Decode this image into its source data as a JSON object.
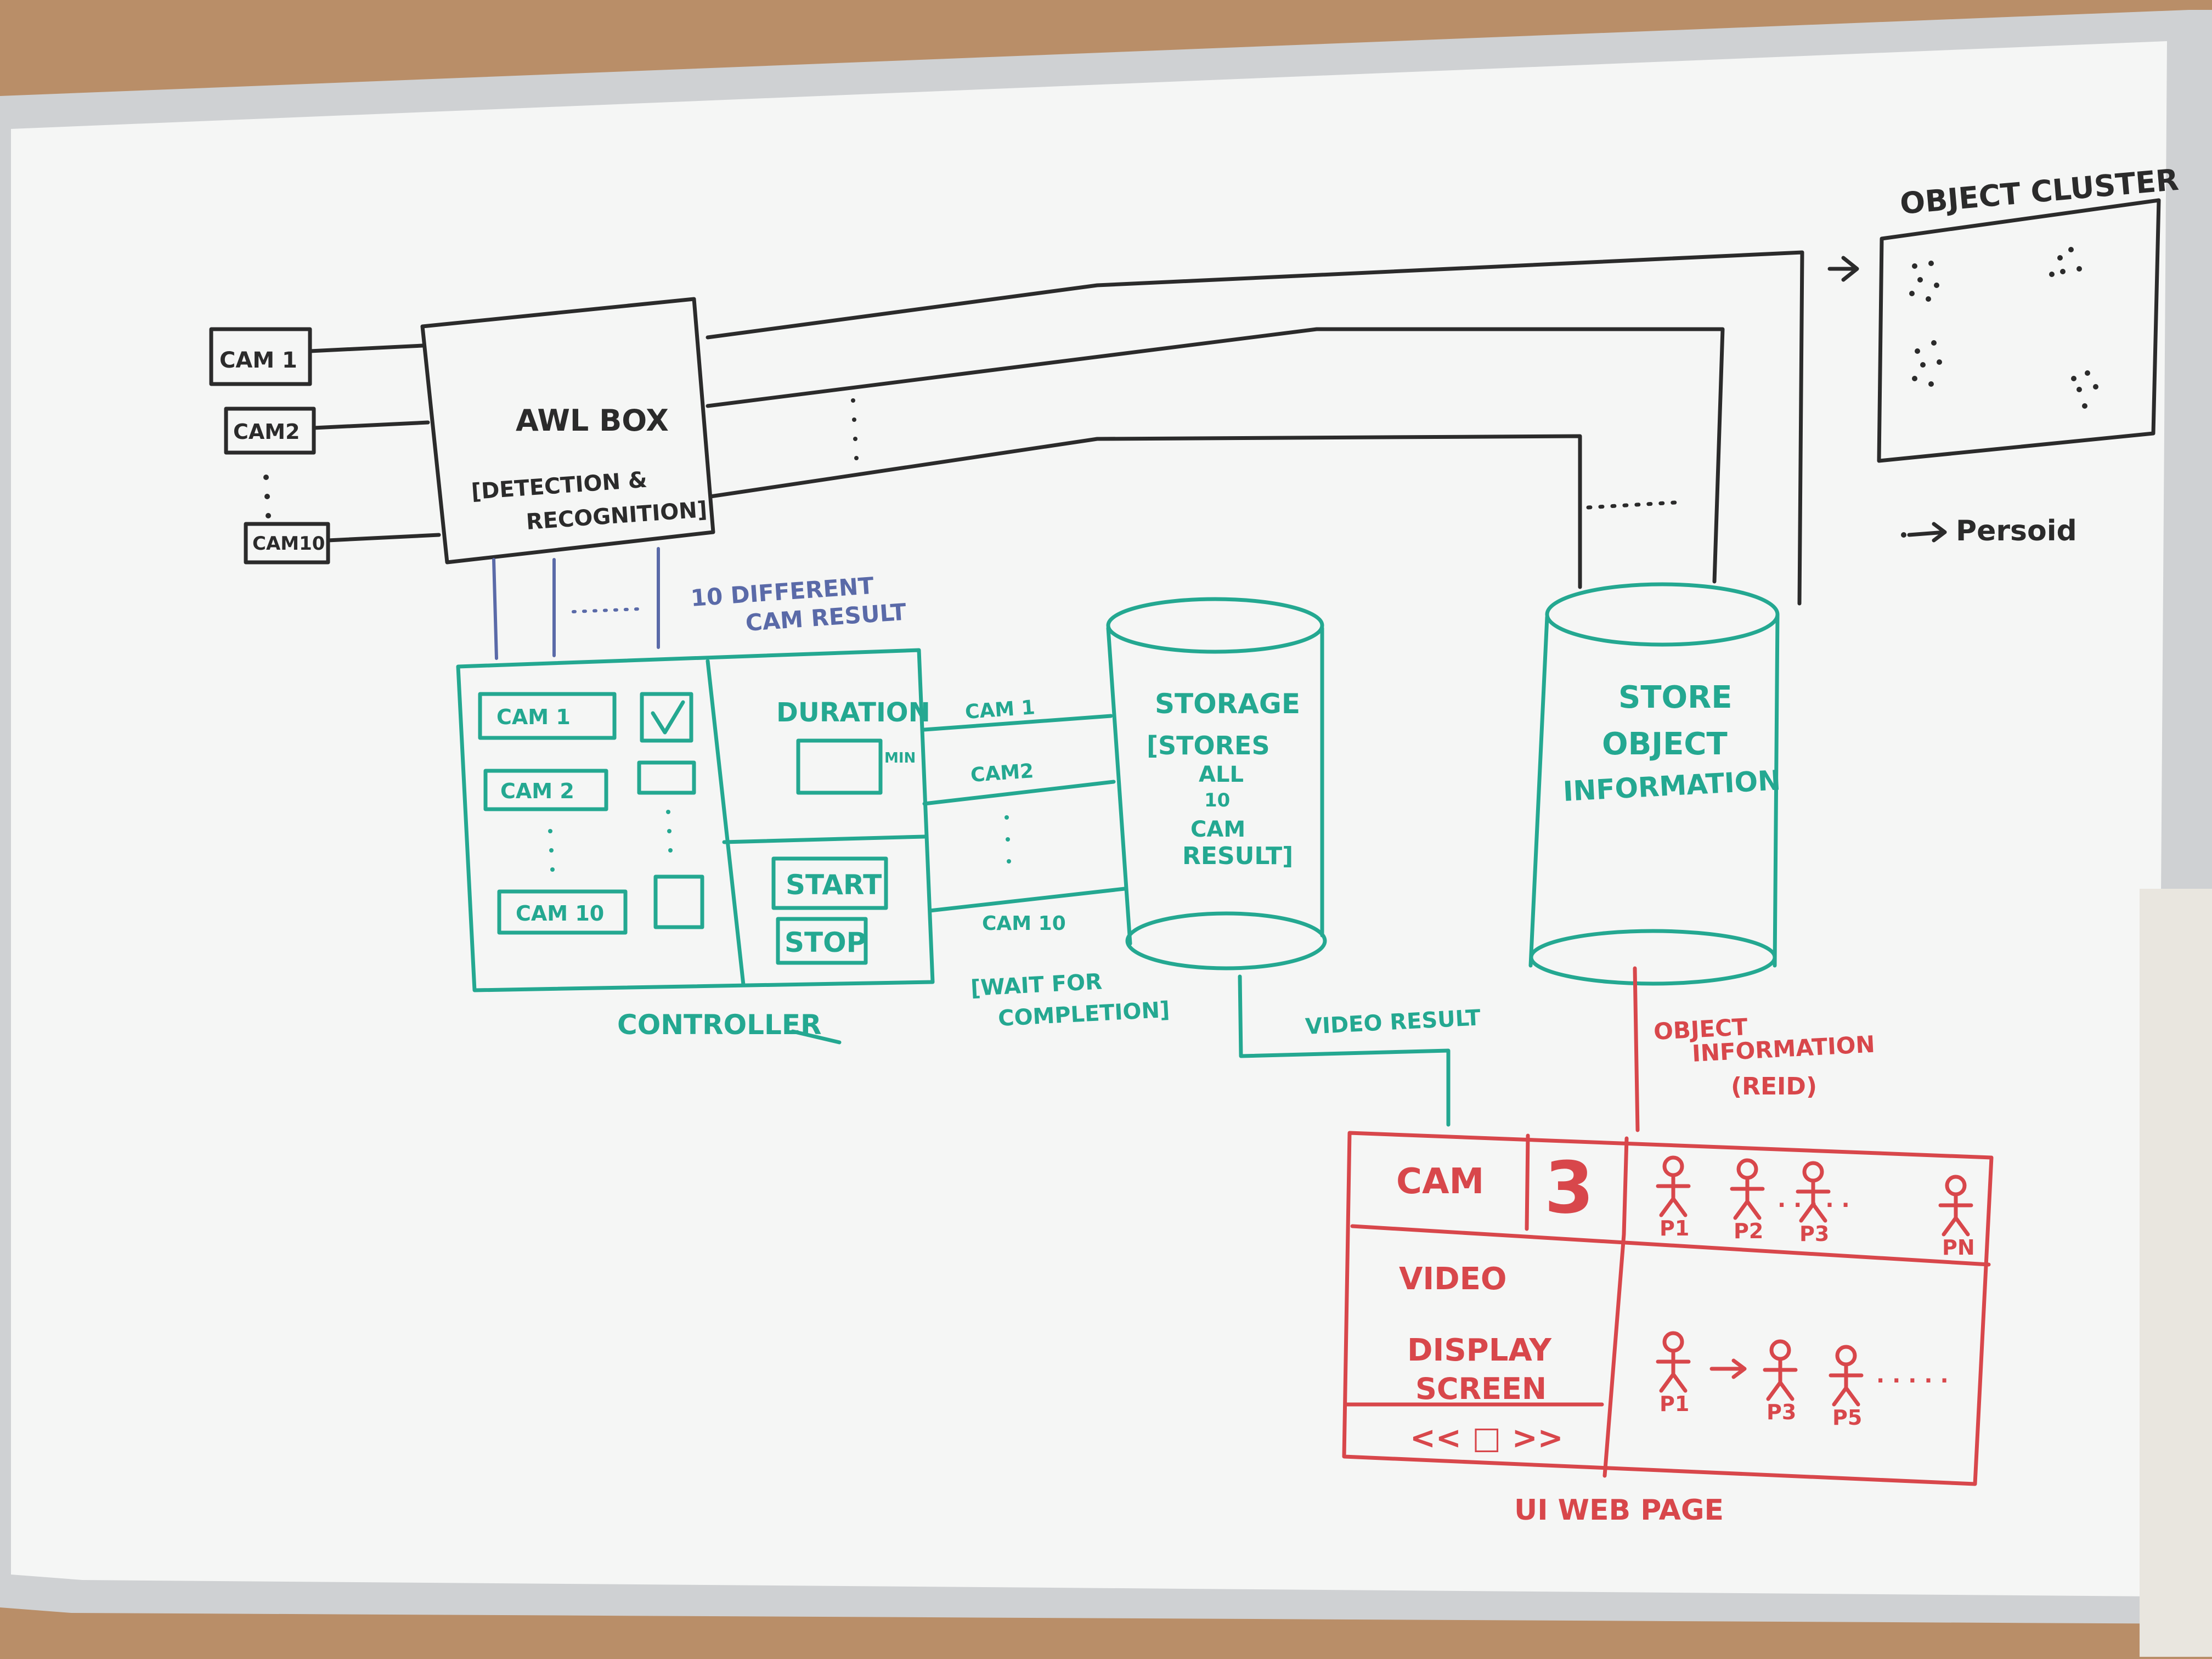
{
  "awl": {
    "cams": [
      "CAM 1",
      "CAM2",
      "CAM10"
    ],
    "box_title": "AWL BOX",
    "box_sub_1": "[DETECTION &",
    "box_sub_2": "RECOGNITION]"
  },
  "cam_result_1": "10 DIFFERENT",
  "cam_result_2": "CAM RESULT",
  "object_cluster": "OBJECT CLUSTER",
  "persoid": "Persoid",
  "controller": {
    "cams": [
      "CAM 1",
      "CAM 2",
      "CAM 10"
    ],
    "duration": "DURATION",
    "min": "MIN",
    "start": "START",
    "stop": "STOP",
    "label": "CONTROLLER"
  },
  "links": {
    "cam1": "CAM 1",
    "cam2": "CAM2",
    "cam10": "CAM 10"
  },
  "wait_1": "[WAIT FOR",
  "wait_2": "COMPLETION]",
  "storage": [
    "STORAGE",
    "[STORES",
    "ALL",
    "10",
    "CAM",
    "RESULT]"
  ],
  "store_object": [
    "STORE",
    "OBJECT",
    "INFORMATION"
  ],
  "video_result": "VIDEO RESULT",
  "object_info": [
    "OBJECT",
    "INFORMATION",
    "(REID)"
  ],
  "ui": {
    "cam": "CAM",
    "cam_num": "3",
    "persons": [
      "P1",
      "P2",
      "P3",
      "PN"
    ],
    "video": "VIDEO",
    "display": "DISPLAY",
    "screen": "SCREEN",
    "controls": "<<  □  >>",
    "track": [
      "P1",
      "P3",
      "P5"
    ],
    "label": "UI WEB PAGE"
  },
  "colors": {
    "black": "#2b2b2b",
    "teal": "#24a891",
    "red": "#d8474b",
    "blue": "#5a6aa8"
  }
}
